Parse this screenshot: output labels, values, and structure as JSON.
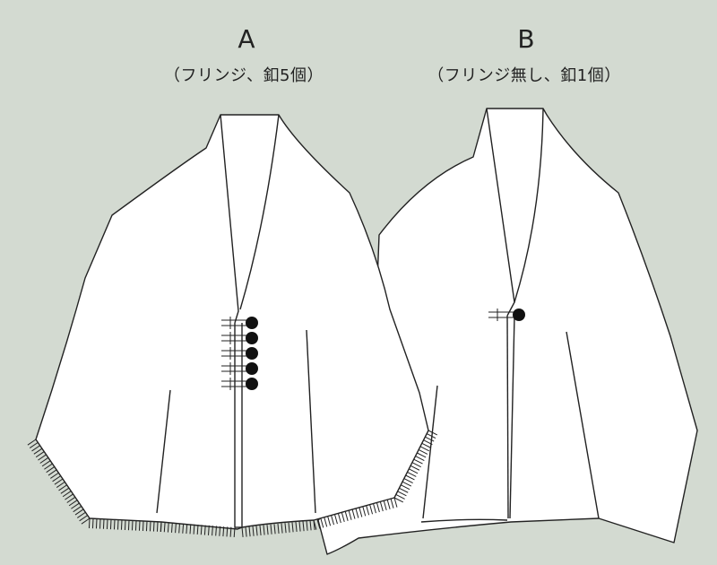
{
  "variants": [
    {
      "letter": "A",
      "caption": "（フリンジ、釦5個）",
      "fringe": true,
      "buttons": 5
    },
    {
      "letter": "B",
      "caption": "（フリンジ無し、釦1個）",
      "fringe": false,
      "buttons": 1
    }
  ],
  "colors": {
    "background": "#d3dad1",
    "garment": "#ffffff",
    "line": "#222222",
    "button": "#111111"
  }
}
